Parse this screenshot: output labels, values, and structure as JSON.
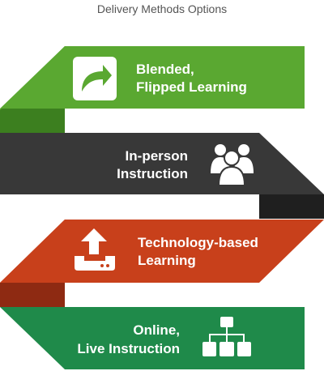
{
  "title": "Delivery Methods Options",
  "items": [
    {
      "line1": "Blended,",
      "line2": "Flipped Learning",
      "icon": "share-arrow-icon",
      "color": "#5aa831"
    },
    {
      "line1": "In-person",
      "line2": "Instruction",
      "icon": "group-people-icon",
      "color": "#383838"
    },
    {
      "line1": "Technology-based",
      "line2": "Learning",
      "icon": "upload-tray-icon",
      "color": "#c8401b"
    },
    {
      "line1": "Online,",
      "line2": "Live Instruction",
      "icon": "sitemap-icon",
      "color": "#1f8a4a"
    }
  ]
}
